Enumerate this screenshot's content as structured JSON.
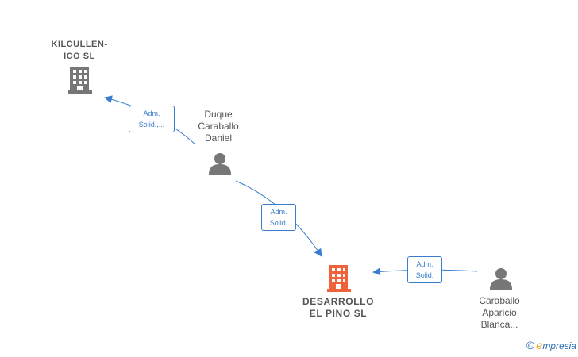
{
  "nodes": {
    "kilcullen": {
      "line1": "KILCULLEN-",
      "line2": "ICO  SL"
    },
    "duque": {
      "line1": "Duque",
      "line2": "Caraballo",
      "line3": "Daniel"
    },
    "desarrollo": {
      "line1": "DESARROLLO",
      "line2": "EL PINO  SL"
    },
    "caraballo": {
      "line1": "Caraballo",
      "line2": "Aparicio",
      "line3": "Blanca..."
    }
  },
  "edges": {
    "duque_to_kilcullen": {
      "line1": "Adm.",
      "line2": "Solid.,..."
    },
    "duque_to_desarrollo": {
      "line1": "Adm.",
      "line2": "Solid."
    },
    "caraballo_to_desarrollo": {
      "line1": "Adm.",
      "line2": "Solid."
    }
  },
  "colors": {
    "edge": "#3a7dcd",
    "company_icon": "#777777",
    "main_icon": "#f0623a",
    "person_icon": "#777777"
  },
  "icons": {
    "company": "building-icon",
    "person": "person-icon",
    "brand": "copyright-icon"
  },
  "brand": {
    "copyright": "©",
    "e": "e",
    "rest": "mpresia"
  }
}
